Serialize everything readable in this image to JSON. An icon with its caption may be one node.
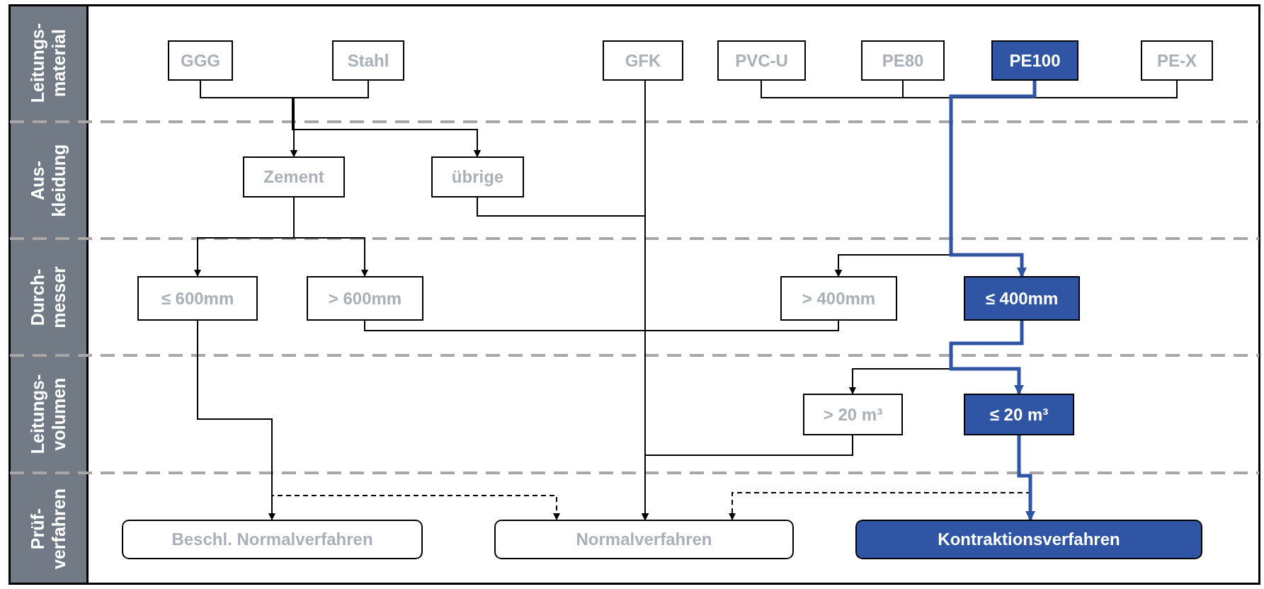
{
  "diagram": {
    "nodes": [
      {
        "text": [
          "GGG"
        ]
      },
      {
        "text": [
          "Stahl"
        ]
      },
      {
        "text": [
          "GFK"
        ]
      },
      {
        "text": [
          "PVC-U"
        ]
      },
      {
        "text": [
          "PE80"
        ]
      },
      {
        "text": [
          "PE100"
        ]
      },
      {
        "text": [
          "PE-X"
        ]
      },
      {
        "text": [
          "Zement"
        ]
      },
      {
        "text": [
          "übrige"
        ]
      },
      {
        "text": [
          "≤ 600mm"
        ]
      },
      {
        "text": [
          "> 600mm"
        ]
      },
      {
        "text": [
          "> 400mm"
        ]
      },
      {
        "text": [
          "≤ 400mm"
        ]
      },
      {
        "text": [
          "> 20 m³"
        ]
      },
      {
        "text": [
          "≤ 20 m³"
        ]
      },
      {
        "text": [
          "Beschl. Normalverfahren"
        ]
      },
      {
        "text": [
          "Normalverfahren"
        ]
      },
      {
        "text": [
          "Kontraktionsverfahren"
        ]
      }
    ],
    "edges": [
      {
        "from": 0,
        "to": 7,
        "arrow": "to"
      },
      {
        "from": 0,
        "to": 8,
        "arrow": "to"
      },
      {
        "from": 1,
        "to": 7,
        "arrow": "to"
      },
      {
        "from": 1,
        "to": 8,
        "arrow": "to"
      },
      {
        "from": 2,
        "to": 16,
        "arrow": "to"
      },
      {
        "from": 8,
        "to": 16,
        "arrow": "to"
      },
      {
        "from": 7,
        "to": 9,
        "arrow": "to"
      },
      {
        "from": 7,
        "to": 10,
        "arrow": "to"
      },
      {
        "from": 9,
        "to": 15,
        "arrow": "to"
      },
      {
        "from": 9,
        "to": 16,
        "arrow": "to",
        "style": "dashed"
      },
      {
        "from": 10,
        "to": 16,
        "arrow": "to"
      },
      {
        "from": 3,
        "to": 11,
        "arrow": "to"
      },
      {
        "from": 3,
        "to": 12,
        "arrow": "to"
      },
      {
        "from": 4,
        "to": 11,
        "arrow": "to"
      },
      {
        "from": 4,
        "to": 12,
        "arrow": "to"
      },
      {
        "from": 5,
        "to": 11,
        "arrow": "to"
      },
      {
        "from": 5,
        "to": 12,
        "arrow": "to",
        "style": "thick",
        "color": "#2f55a4"
      },
      {
        "from": 6,
        "to": 11,
        "arrow": "to"
      },
      {
        "from": 6,
        "to": 12,
        "arrow": "to"
      },
      {
        "from": 11,
        "to": 16,
        "arrow": "to"
      },
      {
        "from": 12,
        "to": 13,
        "arrow": "to"
      },
      {
        "from": 12,
        "to": 14,
        "arrow": "to",
        "style": "thick",
        "color": "#2f55a4"
      },
      {
        "from": 13,
        "to": 16,
        "arrow": "to"
      },
      {
        "from": 14,
        "to": 17,
        "arrow": "to",
        "style": "thick",
        "color": "#2f55a4"
      },
      {
        "from": 14,
        "to": 16,
        "arrow": "to",
        "style": "dashed"
      }
    ],
    "labels": [
      "Leitungs- material",
      "Aus- kleidung",
      "Durch- messer",
      "Leitungs- volumen",
      "Prüf- verfahren"
    ]
  }
}
